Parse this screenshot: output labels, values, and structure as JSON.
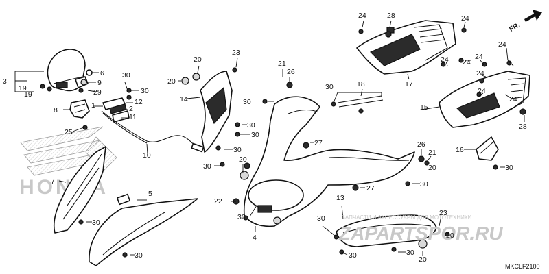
{
  "diagram_code": "MKCLF2100",
  "direction_label": "FR.",
  "watermark": {
    "site": "ZAPARTSPOR.RU",
    "strip": "ЗАПЧАСТИ И АКСЕССУАРЫ ДЛЯ МОТОТЕХНИКИ",
    "logo": "HONDA"
  },
  "callouts": {
    "c1": "1",
    "c2": "2",
    "c3": "3",
    "c4": "4",
    "c5": "5",
    "c6": "6",
    "c7": "7",
    "c8": "8",
    "c9": "9",
    "c10": "10",
    "c11": "11",
    "c12": "12",
    "c13": "13",
    "c14": "14",
    "c15": "15",
    "c16": "16",
    "c17": "17",
    "c18": "18",
    "c19": "19",
    "c20": "20",
    "c21": "21",
    "c22": "22",
    "c23": "23",
    "c24": "24",
    "c25": "25",
    "c26": "26",
    "c27": "27",
    "c28": "28",
    "c29": "29",
    "c30": "30"
  }
}
